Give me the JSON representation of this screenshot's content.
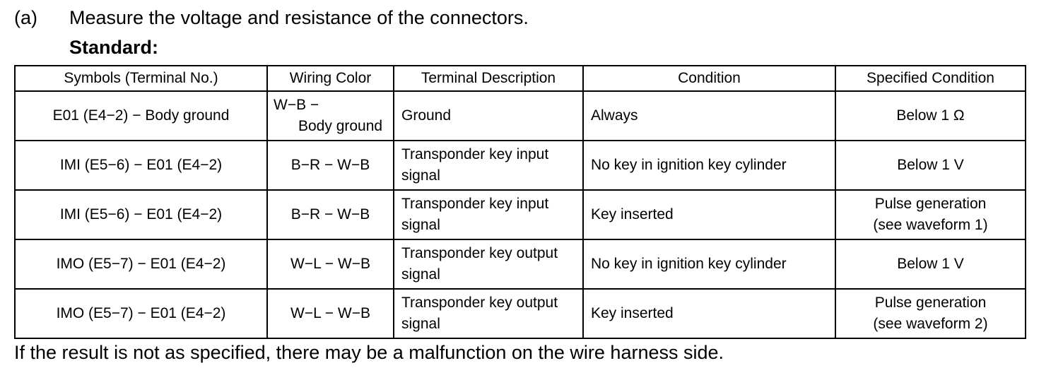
{
  "step": {
    "marker": "(a)",
    "text": "Measure the voltage and resistance of the connectors.",
    "standard_label": "Standard:"
  },
  "table": {
    "headers": [
      "Symbols (Terminal No.)",
      "Wiring Color",
      "Terminal Description",
      "Condition",
      "Specified Condition"
    ],
    "rows": [
      {
        "symbols": "E01 (E4−2) − Body ground",
        "wiring_line1": "W−B −",
        "wiring_line2": "Body ground",
        "description": "Ground",
        "condition": "Always",
        "specified": "Below 1 Ω"
      },
      {
        "symbols": "IMI (E5−6) − E01 (E4−2)",
        "wiring": "B−R − W−B",
        "description": "Transponder key input signal",
        "condition": "No key in ignition key cylinder",
        "specified": "Below 1 V"
      },
      {
        "symbols": "IMI (E5−6) − E01 (E4−2)",
        "wiring": "B−R − W−B",
        "description": "Transponder key input signal",
        "condition": "Key inserted",
        "specified_line1": "Pulse generation",
        "specified_line2": "(see waveform 1)"
      },
      {
        "symbols": "IMO (E5−7) − E01 (E4−2)",
        "wiring": "W−L − W−B",
        "description": "Transponder key output signal",
        "condition": "No key in ignition key cylinder",
        "specified": "Below 1 V"
      },
      {
        "symbols": "IMO (E5−7) − E01 (E4−2)",
        "wiring": "W−L − W−B",
        "description": "Transponder key output signal",
        "condition": "Key inserted",
        "specified_line1": "Pulse generation",
        "specified_line2": "(see waveform 2)"
      }
    ]
  },
  "note": "If the result is not as specified, there may be a malfunction on the wire harness side."
}
